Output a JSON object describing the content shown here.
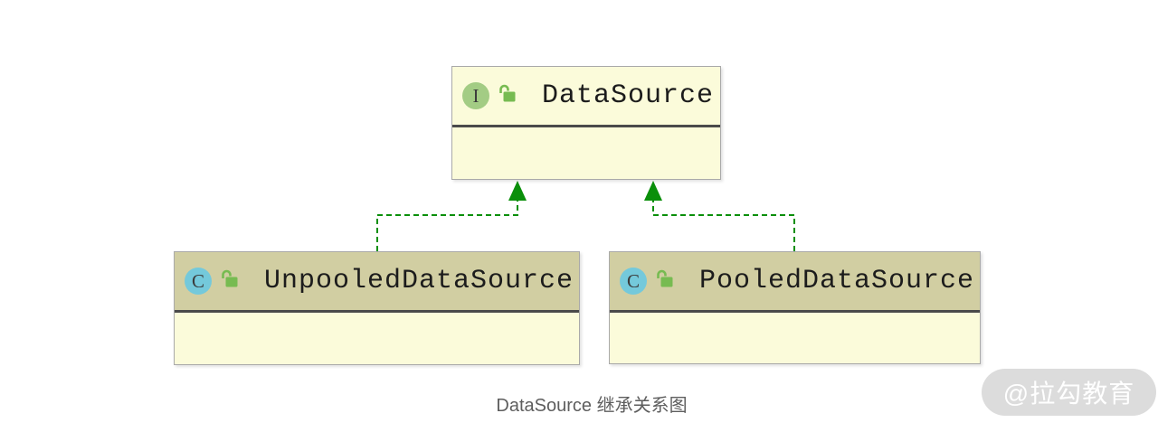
{
  "caption": "DataSource 继承关系图",
  "watermark": "@拉勾教育",
  "nodes": [
    {
      "name": "DataSource",
      "kind": "interface",
      "kind_letter": "I",
      "visibility": "public"
    },
    {
      "name": "UnpooledDataSource",
      "kind": "class",
      "kind_letter": "C",
      "visibility": "public"
    },
    {
      "name": "PooledDataSource",
      "kind": "class",
      "kind_letter": "C",
      "visibility": "public"
    }
  ],
  "edges": [
    {
      "from": "UnpooledDataSource",
      "to": "DataSource",
      "relation": "implements",
      "style": "dashed-green-arrow"
    },
    {
      "from": "PooledDataSource",
      "to": "DataSource",
      "relation": "implements",
      "style": "dashed-green-arrow"
    }
  ],
  "icons": {
    "interface_badge": "I",
    "class_badge": "C",
    "visibility_lock": "unlocked"
  },
  "colors": {
    "node_body": "#FBFBDA",
    "selected_header": "#D1CEA2",
    "divider": "#4A4A4A",
    "border": "#A9A9A9",
    "interface_icon_bg": "#A3CC84",
    "class_icon_bg": "#74C9DB",
    "lock_icon": "#77BB51",
    "edge": "#0A8F0A",
    "caption_text": "#5E5E5E",
    "watermark_bg": "#DCDCDC",
    "watermark_text": "#FFFFFF"
  }
}
